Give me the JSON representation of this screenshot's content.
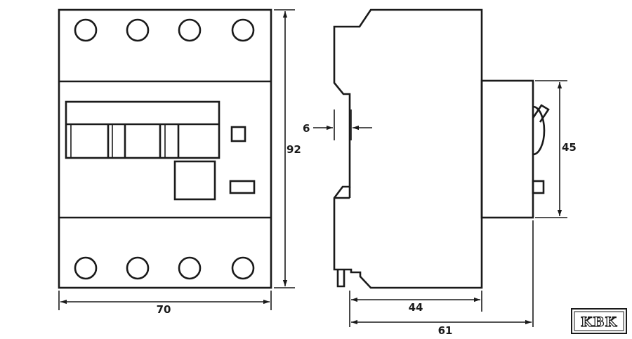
{
  "dimensions": {
    "width": "70",
    "height": "92",
    "depth_front": "44",
    "depth_total": "61",
    "handle_height": "45",
    "rail_gap": "6"
  },
  "logo": {
    "text": "KBK"
  }
}
